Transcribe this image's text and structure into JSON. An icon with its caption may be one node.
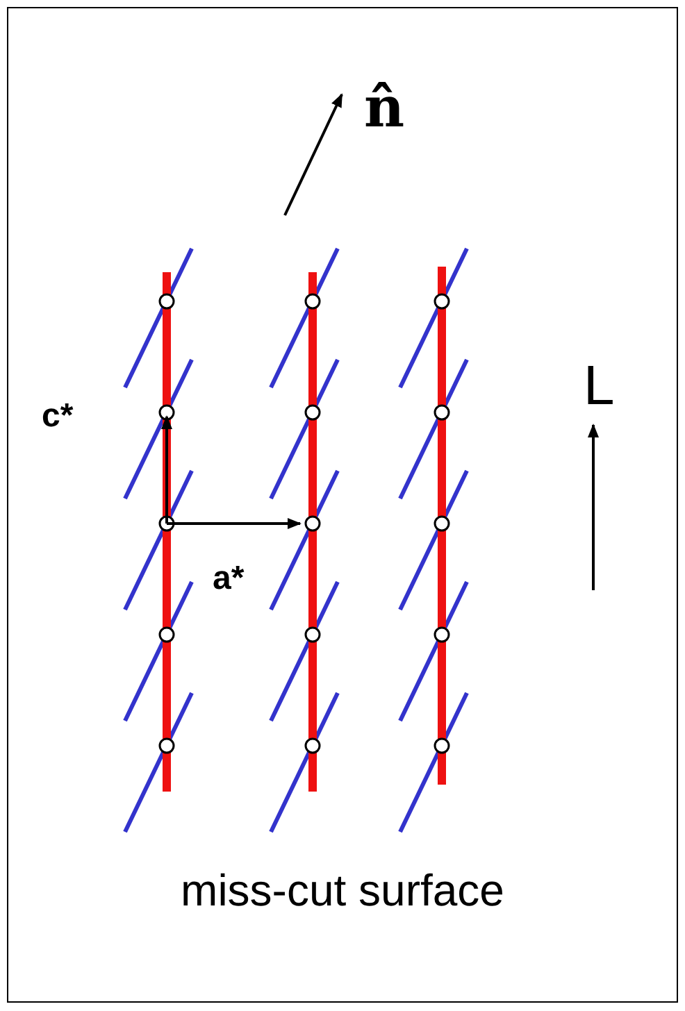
{
  "diagram": {
    "caption": "miss-cut surface",
    "labels": [
      "n̂",
      "L",
      "c*",
      "a*"
    ]
  }
}
